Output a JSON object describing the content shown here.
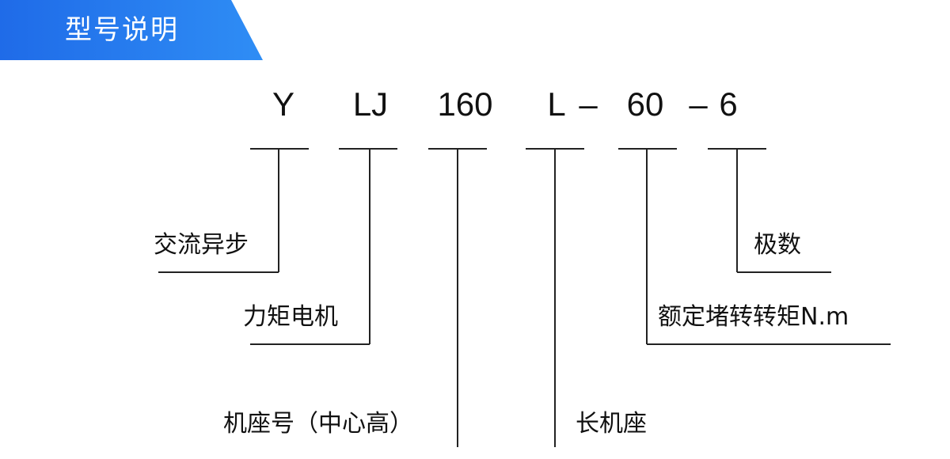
{
  "header": {
    "title": "型号说明"
  },
  "code": {
    "y": "Y",
    "lj": "LJ",
    "size": "160",
    "l": "L",
    "dash1": "–",
    "torque": "60",
    "dash2": "–",
    "poles": "6"
  },
  "labels": {
    "y": "交流异步",
    "lj": "力矩电机",
    "size": "机座号（中心高）",
    "l": "长机座",
    "torque": "额定堵转转矩N.m",
    "poles": "极数"
  }
}
